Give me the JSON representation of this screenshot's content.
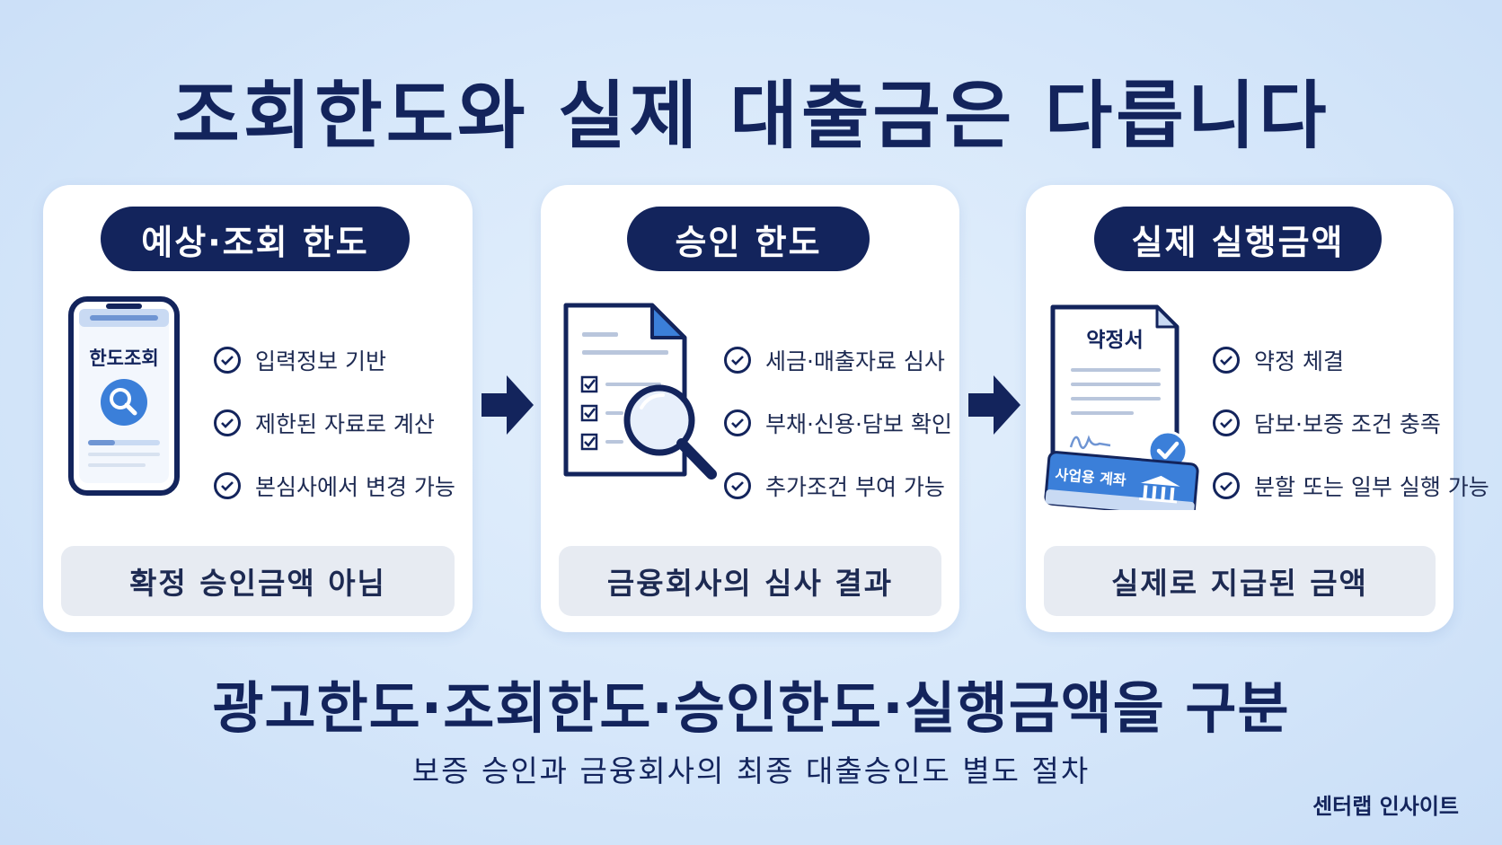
{
  "title": "조회한도와 실제 대출금은 다릅니다",
  "cards": [
    {
      "heading": "예상·조회 한도",
      "items": [
        "입력정보 기반",
        "제한된 자료로 계산",
        "본심사에서 변경 가능"
      ],
      "footer": "확정 승인금액 아님",
      "illustration_label": "한도조회"
    },
    {
      "heading": "승인 한도",
      "items": [
        "세금·매출자료 심사",
        "부채·신용·담보 확인",
        "추가조건 부여 가능"
      ],
      "footer": "금융회사의 심사 결과"
    },
    {
      "heading": "실제 실행금액",
      "items": [
        "약정 체결",
        "담보·보증 조건 충족",
        "분할 또는 일부 실행 가능"
      ],
      "footer": "실제로 지급된 금액",
      "illustration_label": "약정서",
      "account_label": "사업용 계좌"
    }
  ],
  "subtitle": "광고한도·조회한도·승인한도·실행금액을 구분",
  "caption": "보증 승인과 금융회사의 최종 대출승인도 별도 절차",
  "brand": "센터랩 인사이트",
  "colors": {
    "navy": "#13245c",
    "accent_blue": "#3b7fd9",
    "background": "#d6e7fa",
    "footer_box": "#e7ebf2"
  },
  "icons": [
    "phone-icon",
    "search-icon",
    "document-icon",
    "magnifier-icon",
    "contract-icon",
    "bank-icon",
    "check-circle-icon",
    "arrow-right-icon"
  ]
}
